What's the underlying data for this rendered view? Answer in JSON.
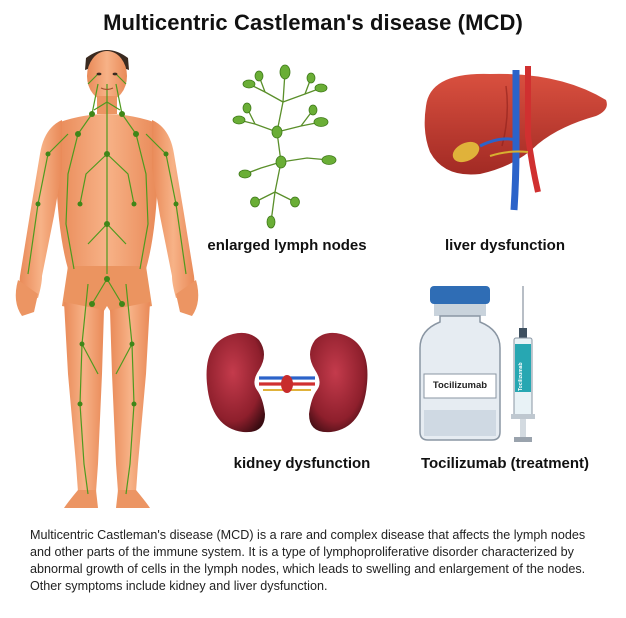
{
  "title": "Multicentric Castleman's disease (MCD)",
  "labels": {
    "lymph": "enlarged lymph nodes",
    "liver": "liver dysfunction",
    "kidney": "kidney dysfunction",
    "treatment": "Tocilizumab (treatment)"
  },
  "vial_label": "Tocilizumab",
  "syringe_label": "Tocilizumab",
  "description": "Multicentric Castleman's disease (MCD) is a rare and complex disease that affects the lymph nodes and other parts of the immune system. It is a type of lymphoproliferative disorder characterized by abnormal growth of cells in the lymph nodes, which leads to swelling and enlargement of the nodes. Other symptoms include kidney and liver dysfunction.",
  "colors": {
    "skin": "#f3a070",
    "lymph": "#4e9a1e",
    "liver": "#c2392f",
    "kidney": "#8e1f2c",
    "vial_cap": "#2f6db5"
  }
}
